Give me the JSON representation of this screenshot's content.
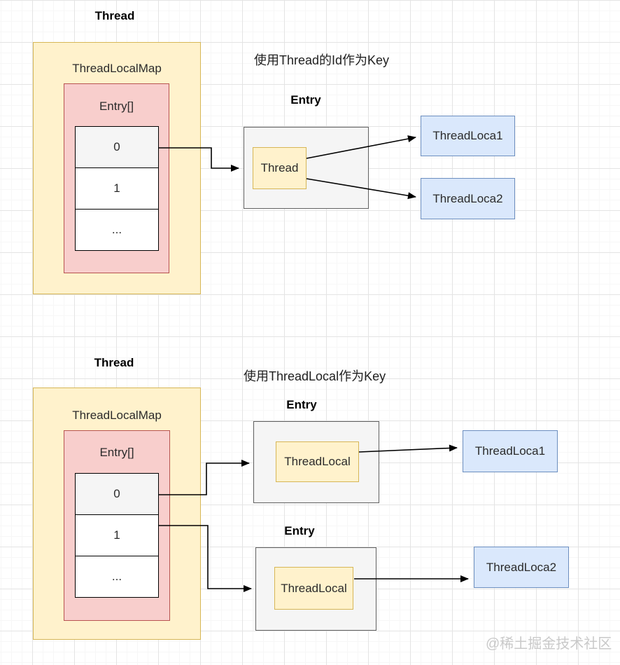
{
  "diagram_top": {
    "thread_title": "Thread",
    "caption": "使用Thread的Id作为Key",
    "map_label": "ThreadLocalMap",
    "array_label": "Entry[]",
    "cells": [
      "0",
      "1",
      "..."
    ],
    "entry_title": "Entry",
    "entry_key_label": "Thread",
    "target1": "ThreadLoca1",
    "target2": "ThreadLoca2"
  },
  "diagram_bottom": {
    "thread_title": "Thread",
    "caption": "使用ThreadLocal作为Key",
    "map_label": "ThreadLocalMap",
    "array_label": "Entry[]",
    "cells": [
      "0",
      "1",
      "..."
    ],
    "entry1_title": "Entry",
    "entry1_key_label": "ThreadLocal",
    "entry2_title": "Entry",
    "entry2_key_label": "ThreadLocal",
    "target1": "ThreadLoca1",
    "target2": "ThreadLoca2"
  },
  "watermark": "@稀土掘金技术社区",
  "colors": {
    "yellow_fill": "#FFF2CC",
    "yellow_border": "#D6B656",
    "pink_fill": "#F8CECC",
    "pink_border": "#B85450",
    "gray_fill": "#F5F5F5",
    "gray_border": "#616161",
    "blue_fill": "#DAE8FC",
    "blue_border": "#6C8EBF",
    "arrow": "#000000",
    "watermark_text": "#C9C9C9"
  }
}
